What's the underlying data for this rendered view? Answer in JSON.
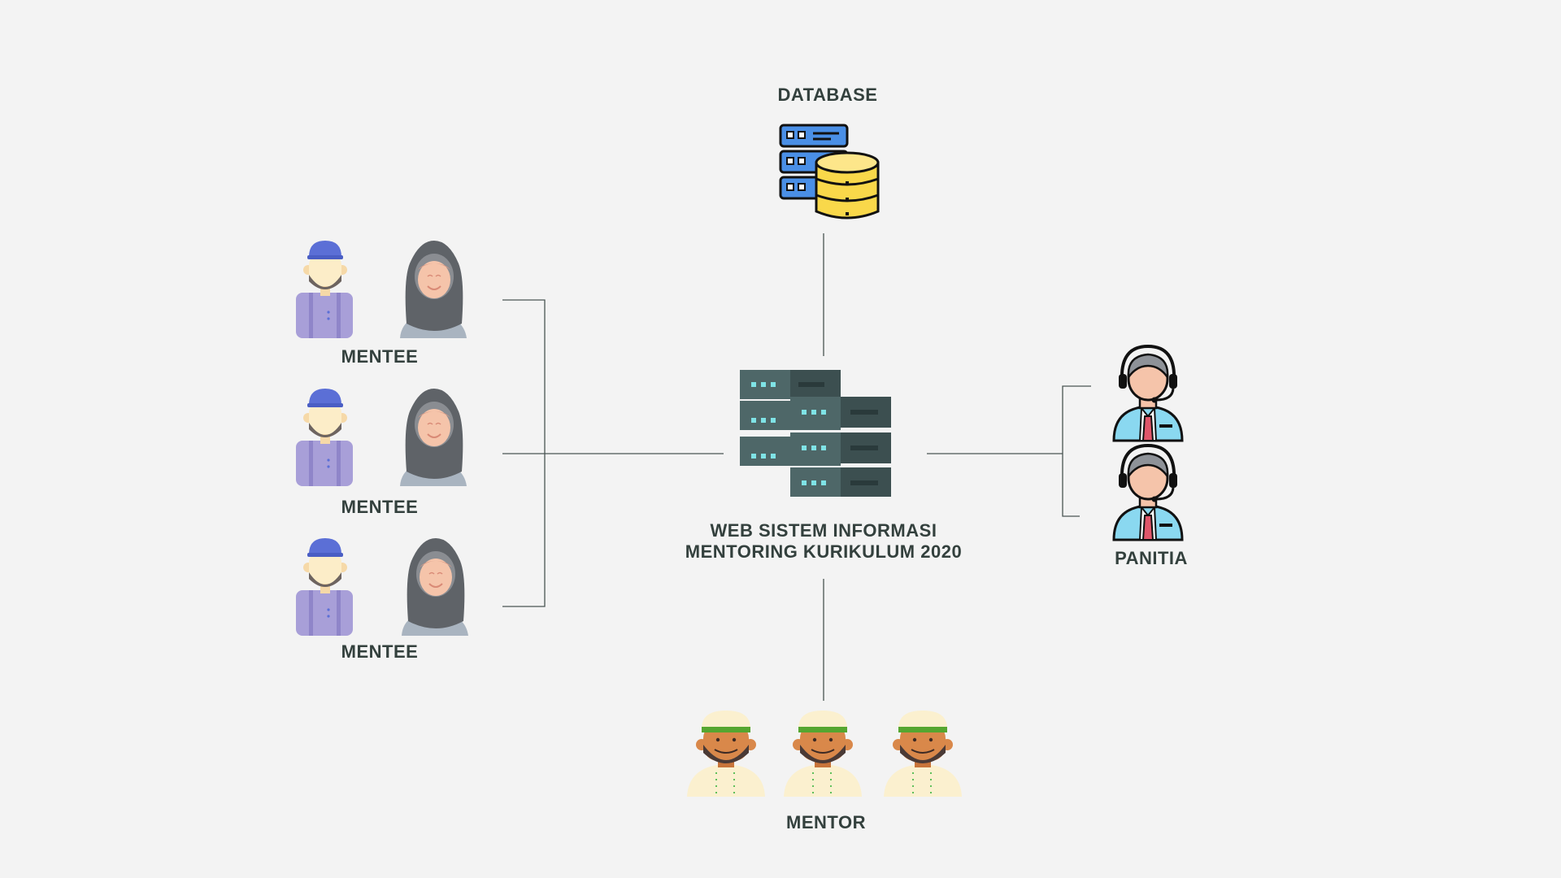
{
  "labels": {
    "database": "DATABASE",
    "mentee_1": "MENTEE",
    "mentee_2": "MENTEE",
    "mentee_3": "MENTEE",
    "server_line1": "WEB SISTEM INFORMASI",
    "server_line2": "MENTORING KURIKULUM 2020",
    "panitia": "PANITIA",
    "mentor": "MENTOR"
  },
  "icons": {
    "database": "database-server-icon",
    "server": "web-server-icon",
    "mentee_male": "male-mentee-icon",
    "mentee_female": "female-mentee-icon",
    "panitia": "headset-operator-icon",
    "mentor": "mentor-icon"
  },
  "colors": {
    "background": "#f3f3f3",
    "text": "#33403d",
    "line": "#4a5553",
    "server_dark": "#3c4f50",
    "server_mid": "#4e6768",
    "server_led": "#7fe3e6",
    "db_blue": "#4a8fe6",
    "db_yellow": "#f9d84a",
    "male_cap": "#5b6fd6",
    "male_shirt": "#a89fd8",
    "hijab": "#5f6368",
    "skin": "#f5c4aa",
    "panitia_shirt": "#8ad8f0",
    "tie": "#e0566a",
    "mentor_band": "#55a630",
    "mentor_skin": "#d9884a",
    "mentor_shirt": "#fbf0cf"
  }
}
